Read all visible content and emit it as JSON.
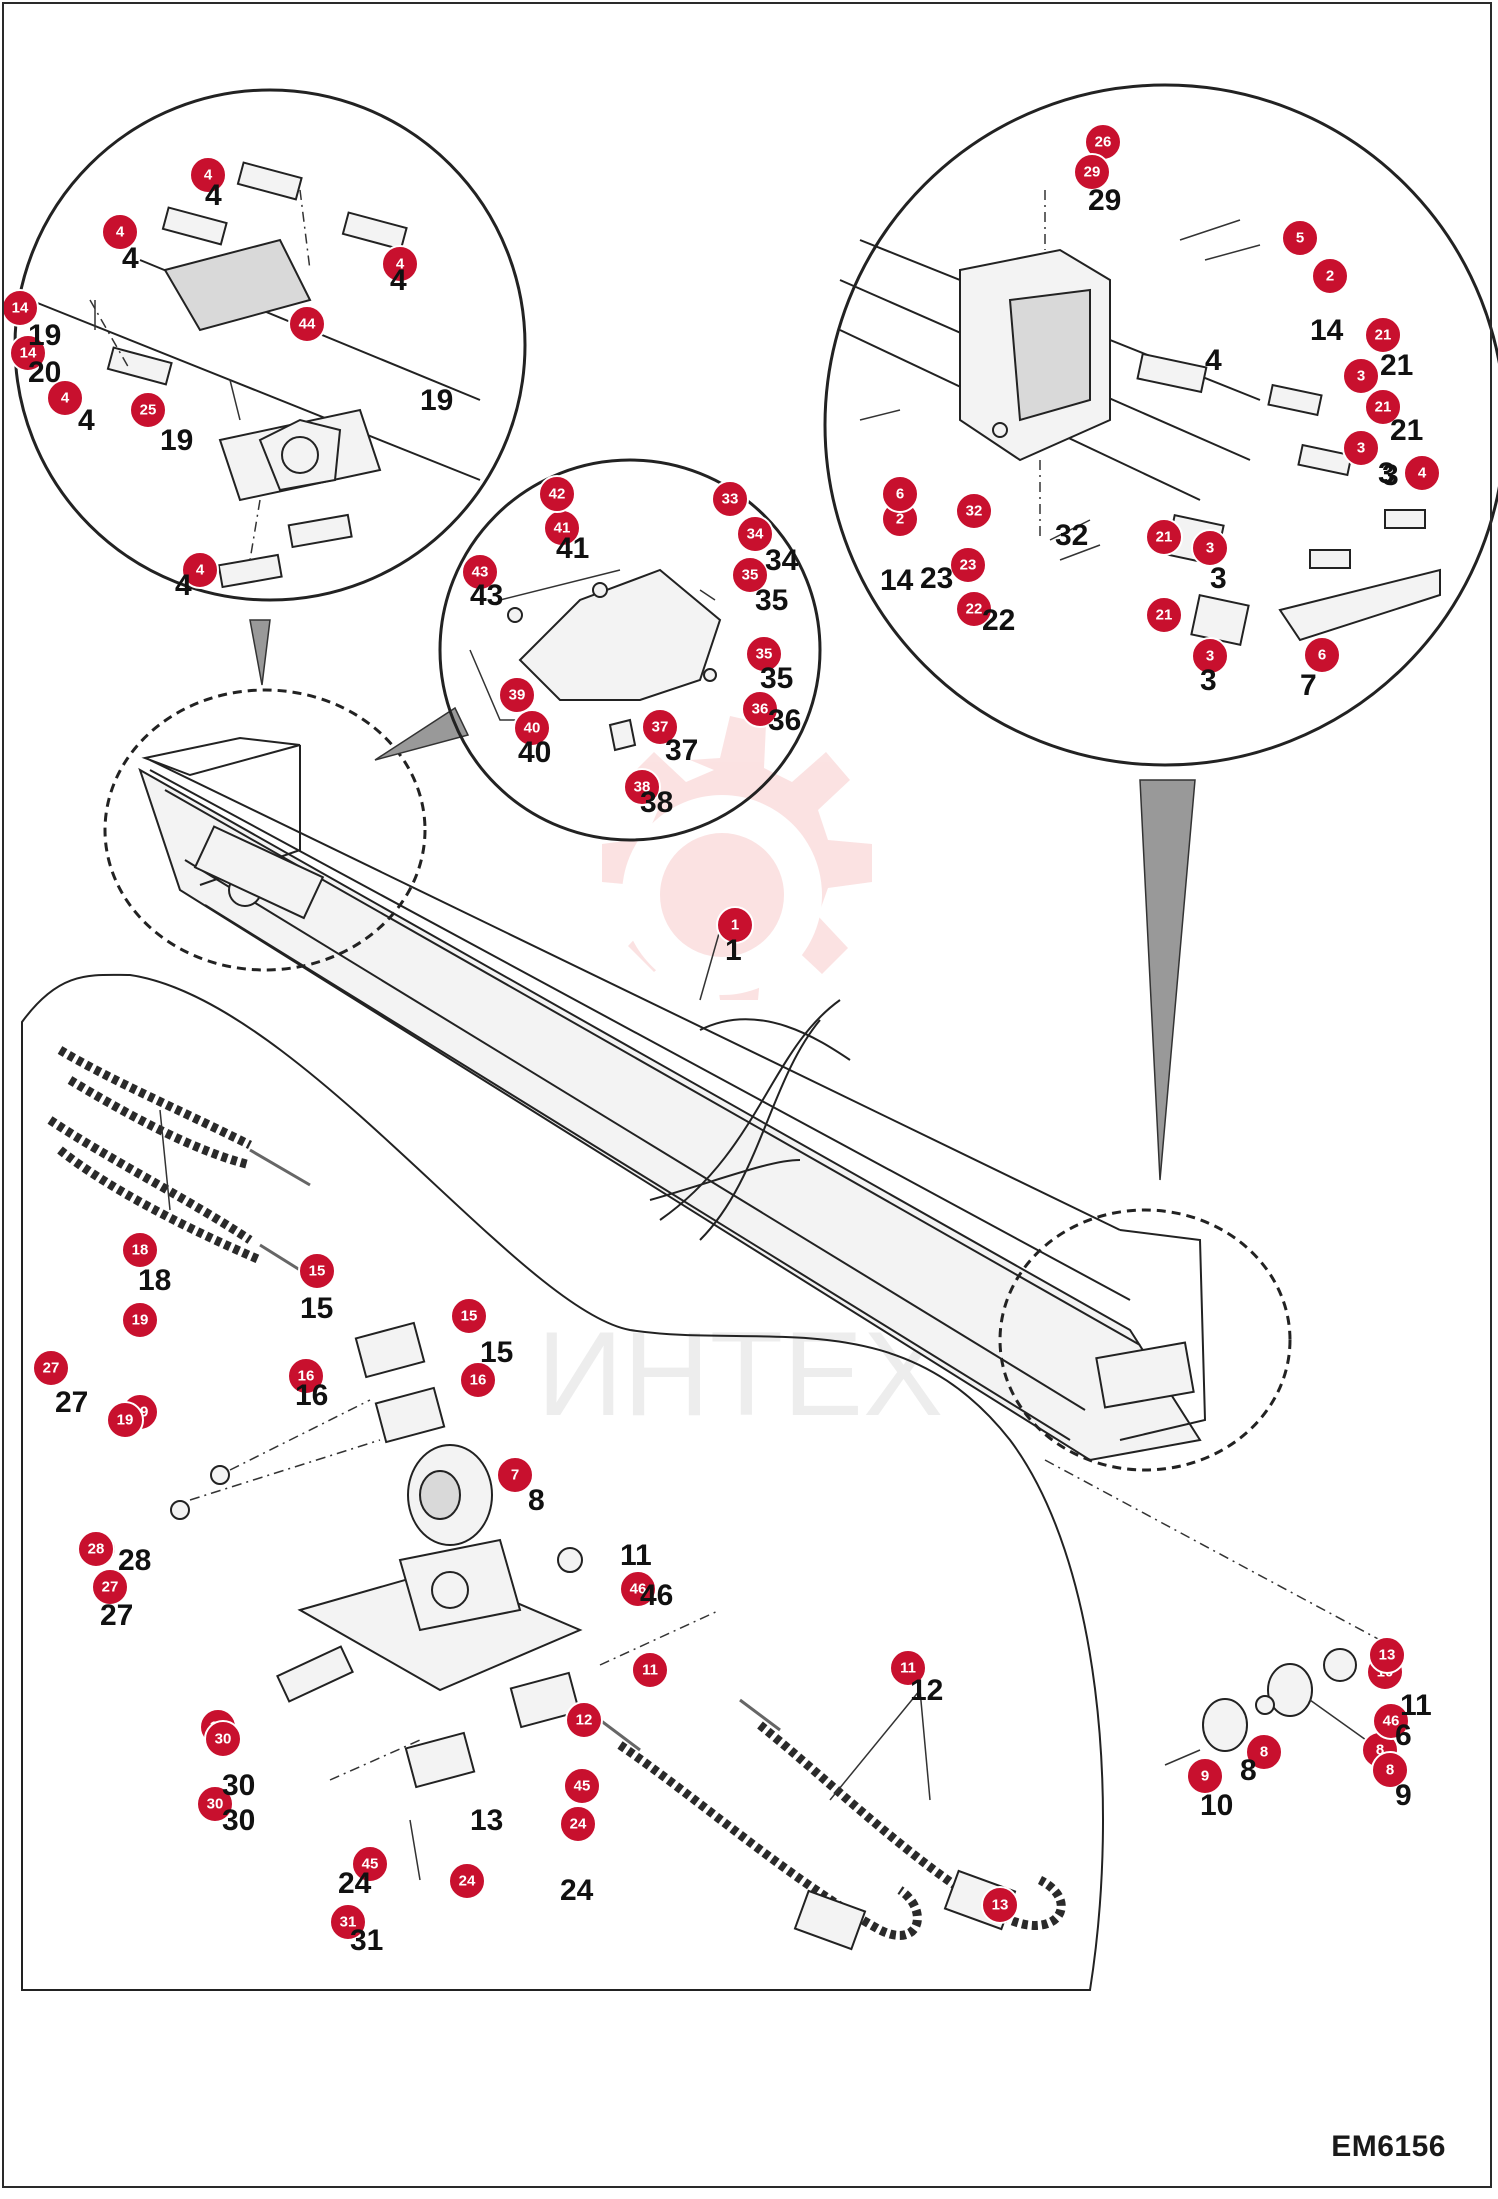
{
  "document_code": "EM6156",
  "watermark": {
    "text": "ИНТЕХ",
    "color": "#e85a5a"
  },
  "colors": {
    "badge": "#c8102e",
    "line": "#222222"
  },
  "badges": [
    {
      "n": "1"
    },
    {
      "n": "2"
    },
    {
      "n": "2"
    },
    {
      "n": "3"
    },
    {
      "n": "3"
    },
    {
      "n": "3"
    },
    {
      "n": "3"
    },
    {
      "n": "4"
    },
    {
      "n": "4"
    },
    {
      "n": "4"
    },
    {
      "n": "4"
    },
    {
      "n": "4"
    },
    {
      "n": "4"
    },
    {
      "n": "5"
    },
    {
      "n": "6"
    },
    {
      "n": "6"
    },
    {
      "n": "7"
    },
    {
      "n": "8"
    },
    {
      "n": "8"
    },
    {
      "n": "8"
    },
    {
      "n": "9"
    },
    {
      "n": "10"
    },
    {
      "n": "11"
    },
    {
      "n": "11"
    },
    {
      "n": "12"
    },
    {
      "n": "13"
    },
    {
      "n": "13"
    },
    {
      "n": "14"
    },
    {
      "n": "14"
    },
    {
      "n": "15"
    },
    {
      "n": "15"
    },
    {
      "n": "16"
    },
    {
      "n": "16"
    },
    {
      "n": "17"
    },
    {
      "n": "18"
    },
    {
      "n": "19"
    },
    {
      "n": "19"
    },
    {
      "n": "19"
    },
    {
      "n": "20"
    },
    {
      "n": "21"
    },
    {
      "n": "21"
    },
    {
      "n": "21"
    },
    {
      "n": "21"
    },
    {
      "n": "22"
    },
    {
      "n": "23"
    },
    {
      "n": "24"
    },
    {
      "n": "24"
    },
    {
      "n": "25"
    },
    {
      "n": "26"
    },
    {
      "n": "27"
    },
    {
      "n": "27"
    },
    {
      "n": "28"
    },
    {
      "n": "29"
    },
    {
      "n": "30"
    },
    {
      "n": "30"
    },
    {
      "n": "31"
    },
    {
      "n": "32"
    },
    {
      "n": "33"
    },
    {
      "n": "34"
    },
    {
      "n": "35"
    },
    {
      "n": "35"
    },
    {
      "n": "36"
    },
    {
      "n": "37"
    },
    {
      "n": "38"
    },
    {
      "n": "39"
    },
    {
      "n": "40"
    },
    {
      "n": "41"
    },
    {
      "n": "42"
    },
    {
      "n": "43"
    },
    {
      "n": "44"
    },
    {
      "n": "45"
    },
    {
      "n": "45"
    },
    {
      "n": "46"
    },
    {
      "n": "46"
    }
  ],
  "labels": [
    {
      "t": "1"
    },
    {
      "t": "4"
    },
    {
      "t": "4"
    },
    {
      "t": "4"
    },
    {
      "t": "19"
    },
    {
      "t": "20"
    },
    {
      "t": "4"
    },
    {
      "t": "19"
    },
    {
      "t": "19"
    },
    {
      "t": "4"
    },
    {
      "t": "43"
    },
    {
      "t": "41"
    },
    {
      "t": "35"
    },
    {
      "t": "34"
    },
    {
      "t": "35"
    },
    {
      "t": "36"
    },
    {
      "t": "40"
    },
    {
      "t": "37"
    },
    {
      "t": "38"
    },
    {
      "t": "29"
    },
    {
      "t": "14"
    },
    {
      "t": "21"
    },
    {
      "t": "3"
    },
    {
      "t": "21"
    },
    {
      "t": "3"
    },
    {
      "t": "4"
    },
    {
      "t": "32"
    },
    {
      "t": "14"
    },
    {
      "t": "23"
    },
    {
      "t": "22"
    },
    {
      "t": "3"
    },
    {
      "t": "3"
    },
    {
      "t": "7"
    },
    {
      "t": "18"
    },
    {
      "t": "15"
    },
    {
      "t": "15"
    },
    {
      "t": "16"
    },
    {
      "t": "27"
    },
    {
      "t": "8"
    },
    {
      "t": "11"
    },
    {
      "t": "46"
    },
    {
      "t": "28"
    },
    {
      "t": "27"
    },
    {
      "t": "12"
    },
    {
      "t": "30"
    },
    {
      "t": "30"
    },
    {
      "t": "13"
    },
    {
      "t": "24"
    },
    {
      "t": "24"
    },
    {
      "t": "31"
    },
    {
      "t": "10"
    },
    {
      "t": "8"
    },
    {
      "t": "9"
    },
    {
      "t": "6"
    },
    {
      "t": "11"
    }
  ]
}
